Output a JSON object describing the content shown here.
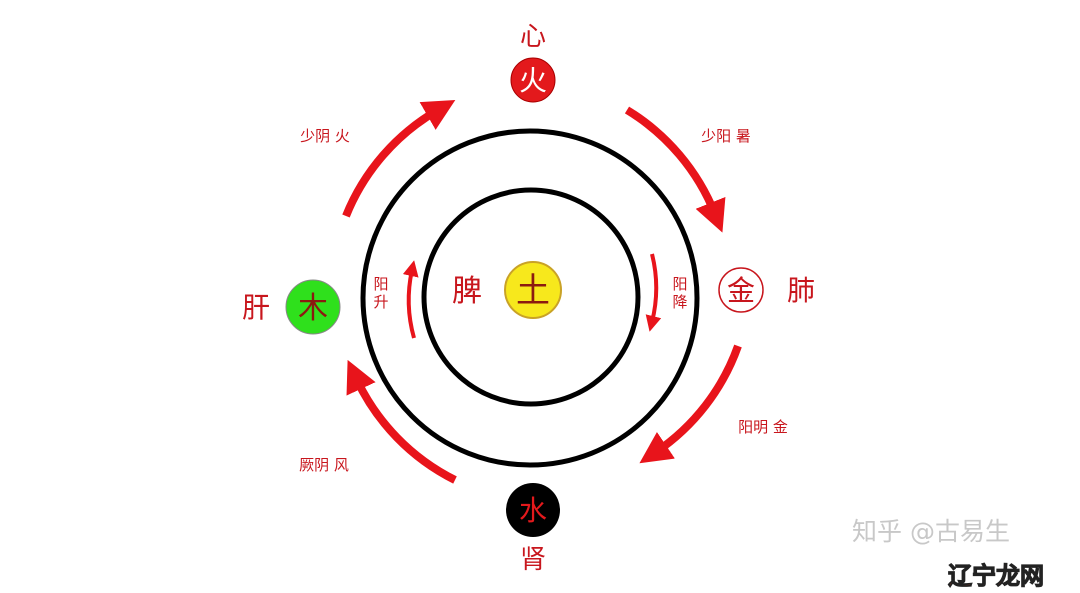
{
  "diagram": {
    "center": {
      "organ": "脾",
      "element": "土",
      "color": "#f7e81c"
    },
    "top": {
      "organ": "心",
      "element": "火",
      "color": "#e3191c"
    },
    "right": {
      "organ": "肺",
      "element": "金",
      "color": "#ffffff"
    },
    "bottom": {
      "organ": "肾",
      "element": "水",
      "color": "#000000"
    },
    "left": {
      "organ": "肝",
      "element": "木",
      "color": "#2fe01c"
    },
    "arrows": {
      "top_left": "少阴 火",
      "top_right": "少阳 暑",
      "bottom_right": "阳明 金",
      "bottom_left": "厥阴 风",
      "inner_left": [
        "阳",
        "升"
      ],
      "inner_right": [
        "阳",
        "降"
      ]
    },
    "accent": "#e8141b"
  },
  "watermark": {
    "text": "知乎 @古易生",
    "logo": "辽宁龙网"
  }
}
